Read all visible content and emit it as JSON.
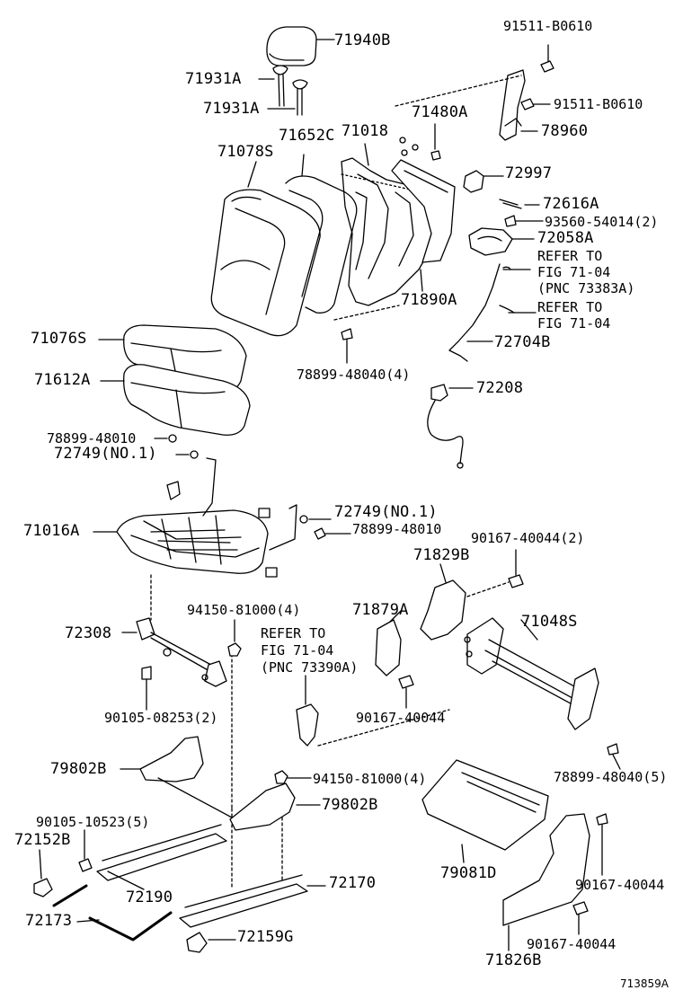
{
  "labels": {
    "p71940B": "71940B",
    "p91511_B0610_a": "91511-B0610",
    "p71931A_a": "71931A",
    "p71931A_b": "71931A",
    "p91511_B0610_b": "91511-B0610",
    "p71480A": "71480A",
    "p71652C": "71652C",
    "p71018": "71018",
    "p78960": "78960",
    "p71078S": "71078S",
    "p72997": "72997",
    "p72616A": "72616A",
    "p93560": "93560-54014(2)",
    "p72058A": "72058A",
    "ref1_a": "REFER TO",
    "ref1_b": "FIG 71-04",
    "ref1_c": "(PNC 73383A)",
    "p71890A": "71890A",
    "ref2_a": "REFER TO",
    "ref2_b": "FIG 71-04",
    "p71076S": "71076S",
    "p72704B": "72704B",
    "p78899_48040_4": "78899-48040(4)",
    "p71612A": "71612A",
    "p72208": "72208",
    "p78899_48010_a": "78899-48010",
    "p72749_a": "72749(NO.1)",
    "p72749_b": "72749(NO.1)",
    "p71016A": "71016A",
    "p78899_48010_b": "78899-48010",
    "p90167_40044_2": "90167-40044(2)",
    "p71829B": "71829B",
    "p94150_81000_4a": "94150-81000(4)",
    "p71879A": "71879A",
    "p72308": "72308",
    "ref3_a": "REFER TO",
    "ref3_b": "FIG 71-04",
    "ref3_c": "(PNC 73390A)",
    "p71048S": "71048S",
    "p90105_08253": "90105-08253(2)",
    "p90167_40044_a": "90167-40044",
    "p79802B_a": "79802B",
    "p78899_48040_5": "78899-48040(5)",
    "p94150_81000_4b": "94150-81000(4)",
    "p79802B_b": "79802B",
    "p90105_10523": "90105-10523(5)",
    "p72152B": "72152B",
    "p79081D": "79081D",
    "p72170": "72170",
    "p90167_40044_b": "90167-40044",
    "p72190": "72190",
    "p72173": "72173",
    "p72159G": "72159G",
    "p90167_40044_c": "90167-40044",
    "p71826B": "71826B",
    "figure_id": "713859A"
  }
}
